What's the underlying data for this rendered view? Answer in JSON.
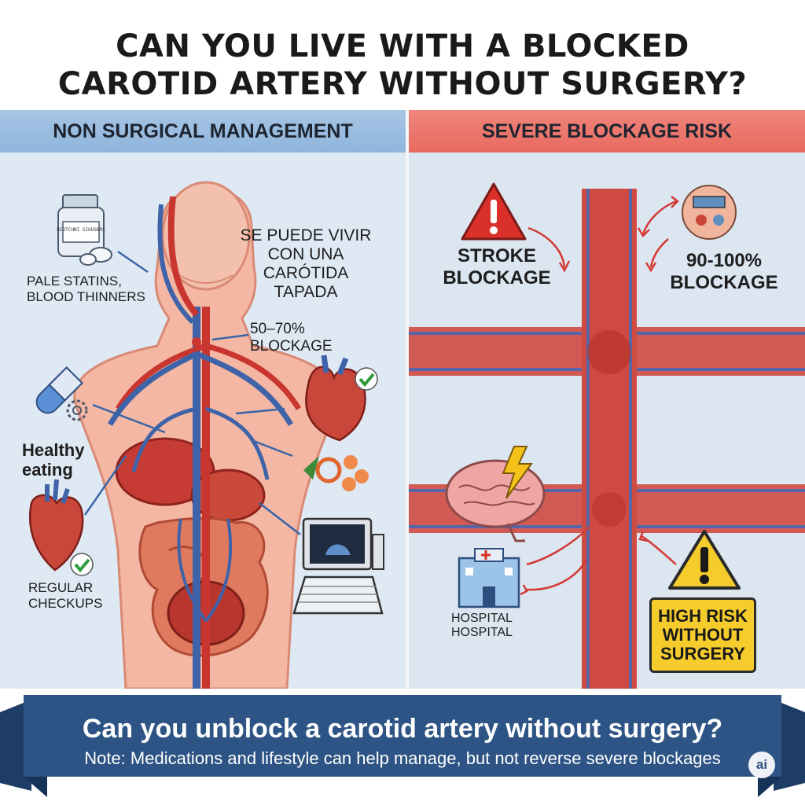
{
  "title": {
    "line1": "CAN YOU LIVE WITH A BLOCKED",
    "line2": "CAROTID ARTERY WITHOUT SURGERY?"
  },
  "left_panel": {
    "header": "NON SURGICAL MANAGEMENT",
    "pill_bottle_label": "BIOTCHNI SIOUSBRS",
    "statins_label": "PALE STATINS,\nBLOOD THINNERS",
    "spanish_text": "SE PUEDE VIVIR\nCON UNA CARÓTIDA\nTAPADA",
    "blockage_label": "50–70%\nBLOCKAGE",
    "healthy_eating_label": "Healthy\neating",
    "checkups_label": "REGULAR\nCHECKUPS"
  },
  "right_panel": {
    "header": "SEVERE BLOCKAGE RISK",
    "stroke_label": "STROKE\nBLOCKAGE",
    "severe_label": "90-100%\nBLOCKAGE",
    "hospital_label": "HOSPITAL\nHOSPITAL",
    "high_risk_label": "HIGH RISK\nWITHOUT\nSURGERY"
  },
  "banner": {
    "question": "Can you unblock a carotid artery without surgery?",
    "note": "Note: Medications and lifestyle can help manage, but not reverse severe blockages",
    "badge": "ai"
  },
  "colors": {
    "left_header": "#8fb5dc",
    "right_header": "#e86a60",
    "banner": "#2d5484",
    "artery": "#c8362f",
    "vein": "#3f63a8",
    "warning": "#f5cc2c"
  },
  "icons": [
    "pill-bottle-icon",
    "capsule-icon",
    "gear-icon",
    "heart-icon",
    "check-icon",
    "vegetable-icon",
    "ultrasound-monitor-icon",
    "warning-icon",
    "medical-scene-icon",
    "brain-icon",
    "lightning-icon",
    "hospital-icon",
    "caution-icon"
  ]
}
